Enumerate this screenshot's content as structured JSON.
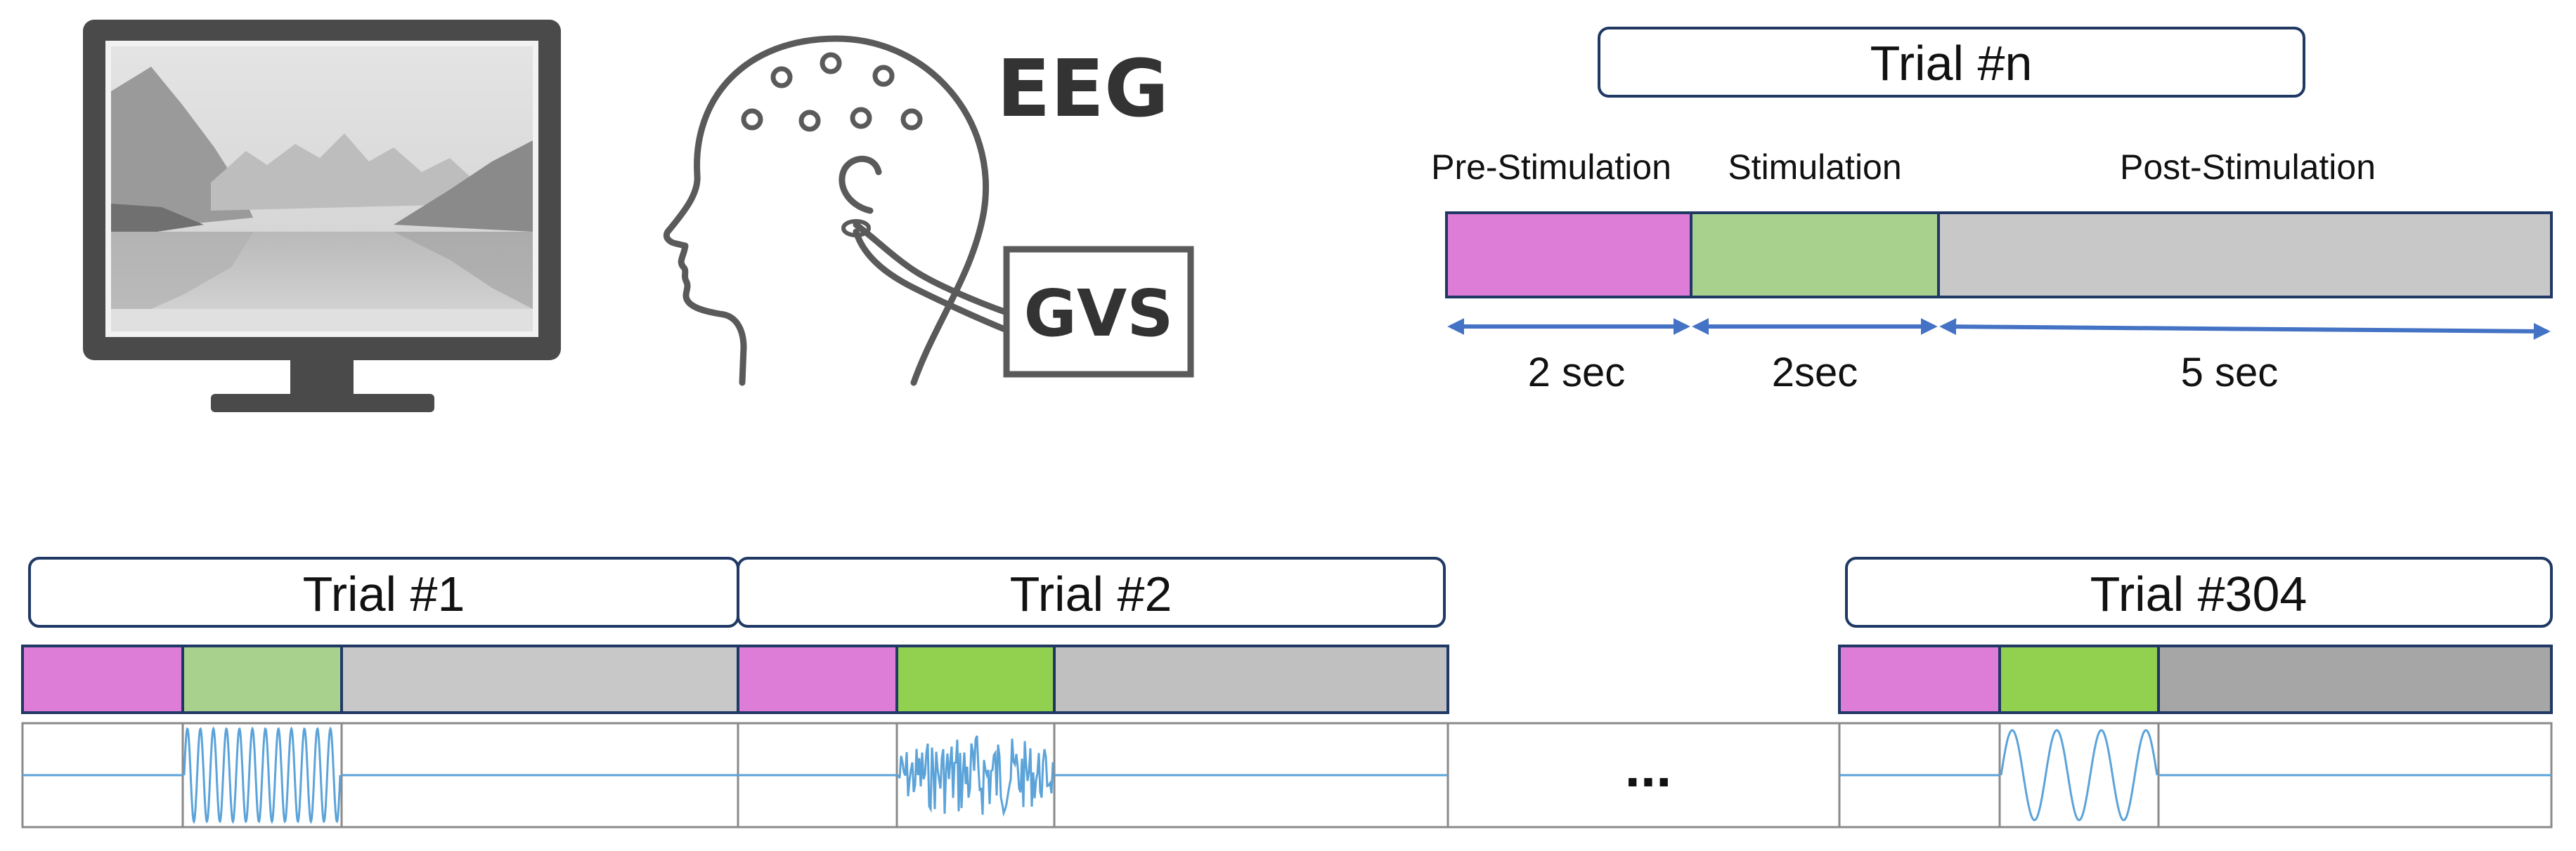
{
  "illustration": {
    "monitor_icon": "monitor-with-landscape",
    "head_icon": "head-with-eeg-electrodes",
    "eeg_label": "EEG",
    "gvs_label": "GVS"
  },
  "trial_template": {
    "title": "Trial #n",
    "phases": [
      {
        "name": "Pre-Stimulation",
        "duration_label": "2 sec",
        "seconds": 2,
        "color": "#de7dd7"
      },
      {
        "name": "Stimulation",
        "duration_label": "2sec",
        "seconds": 2,
        "color": "#a9d18e"
      },
      {
        "name": "Post-Stimulation",
        "duration_label": "5 sec",
        "seconds": 5,
        "color": "#c8c8c8"
      }
    ],
    "arrow_color": "#4472c4"
  },
  "trial_sequence": {
    "ellipsis": "...",
    "trials": [
      {
        "title": "Trial #1",
        "colors": [
          "#de7dd7",
          "#a9d18e",
          "#c8c8c8"
        ],
        "waveform": "sine-high-frequency"
      },
      {
        "title": "Trial #2",
        "colors": [
          "#de7dd7",
          "#92d050",
          "#c0c0c0"
        ],
        "waveform": "noise"
      },
      {
        "title": "Trial #304",
        "colors": [
          "#de7dd7",
          "#92d050",
          "#a6a6a6"
        ],
        "waveform": "sine-low-frequency"
      }
    ],
    "waveform_color": "#5ba3d9"
  }
}
